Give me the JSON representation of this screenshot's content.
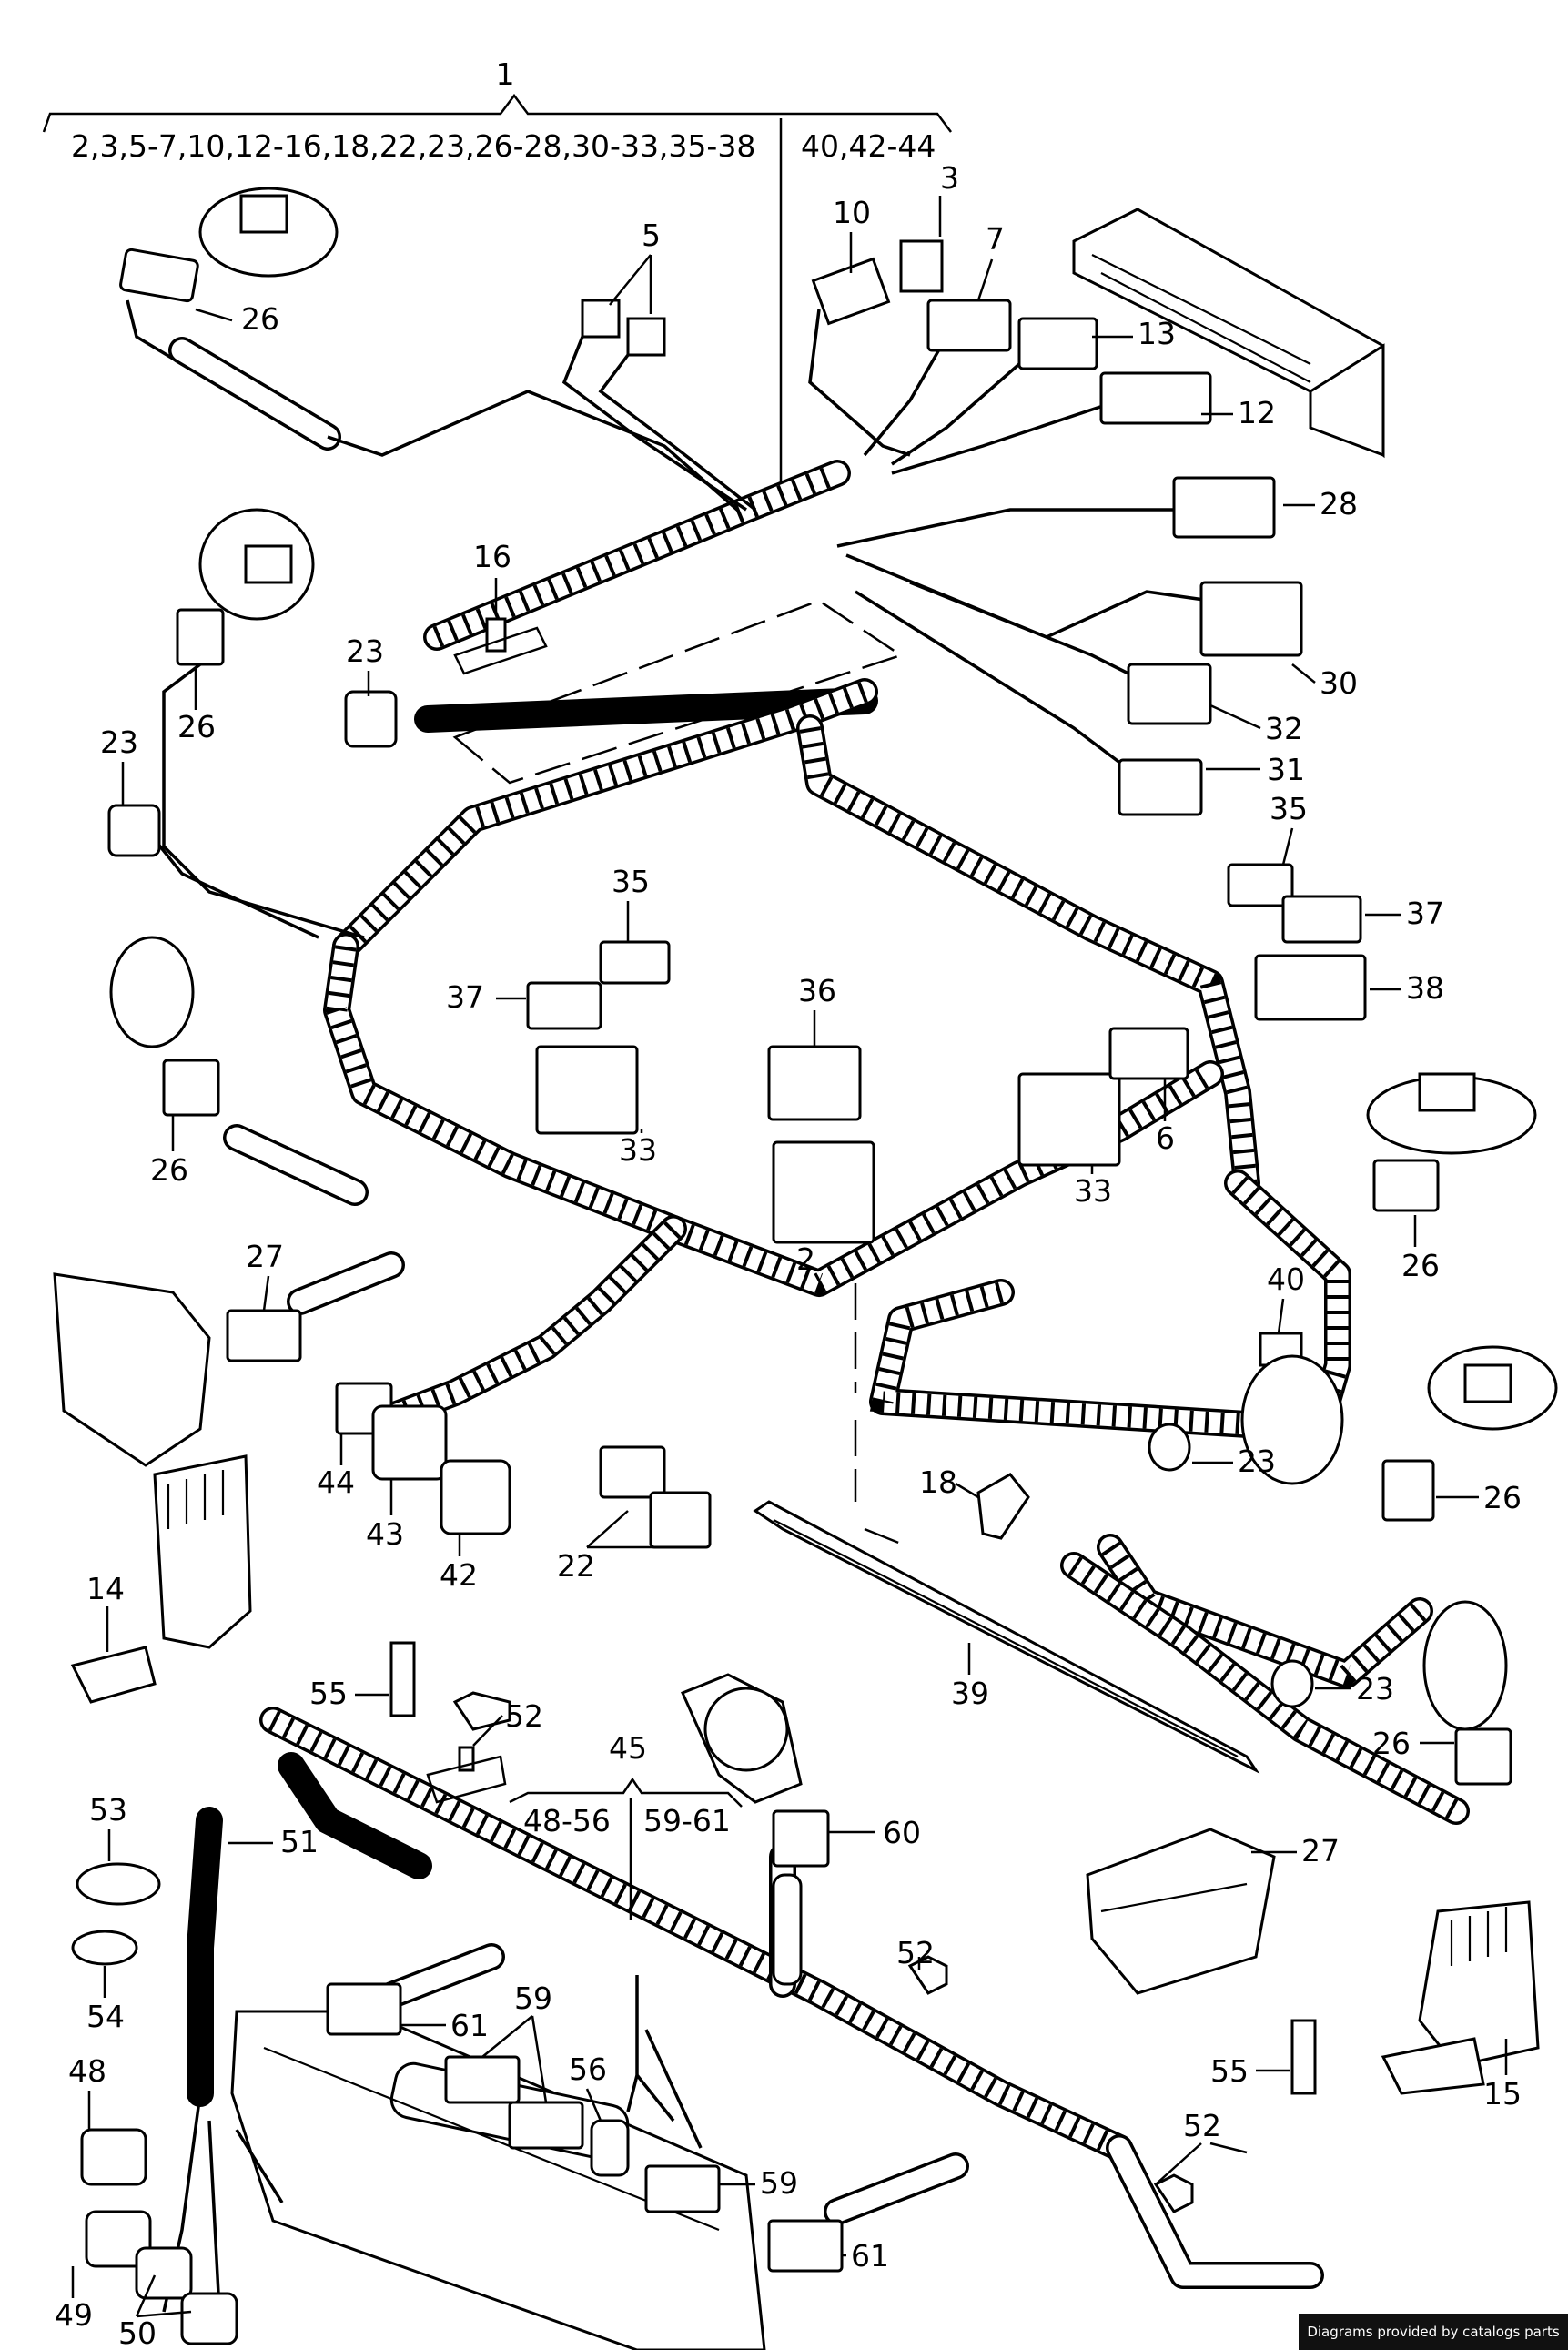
{
  "header": {
    "top_number": "1",
    "group_left": "2,3,5-7,10,12-16,18,22,23,26-28,30-33,35-38",
    "group_right": "40,42-44"
  },
  "subgroup": {
    "number": "45",
    "left": "48-56",
    "right": "59-61"
  },
  "labels": {
    "p3": "3",
    "p10": "10",
    "p5": "5",
    "p7": "7",
    "p13": "13",
    "p12": "12",
    "p28": "28",
    "p26a": "26",
    "p16": "16",
    "p23a": "23",
    "p26b": "26",
    "p30": "30",
    "p32": "32",
    "p23b": "23",
    "p31": "31",
    "p35a": "35",
    "p37a": "37",
    "p38": "38",
    "p35b": "35",
    "p37b": "37",
    "p36": "36",
    "p33a": "33",
    "p33b": "33",
    "p6": "6",
    "p26c": "26",
    "p2": "2",
    "p26d": "26",
    "p27a": "27",
    "p40": "40",
    "p44": "44",
    "p43": "43",
    "p42": "42",
    "p22": "22",
    "p23c": "23",
    "p18": "18",
    "p26e": "26",
    "p14": "14",
    "p39": "39",
    "p23d": "23",
    "p55a": "55",
    "p52a": "52",
    "p26f": "26",
    "p53": "53",
    "p51": "51",
    "p60": "60",
    "p27b": "27",
    "p54": "54",
    "p61a": "61",
    "p52b": "52",
    "p59a": "59",
    "p56": "56",
    "p15": "15",
    "p48": "48",
    "p55b": "55",
    "p52c": "52",
    "p59b": "59",
    "p61b": "61",
    "p49": "49",
    "p50": "50"
  },
  "footer": {
    "credit": "Diagrams provided by catalogs parts"
  }
}
